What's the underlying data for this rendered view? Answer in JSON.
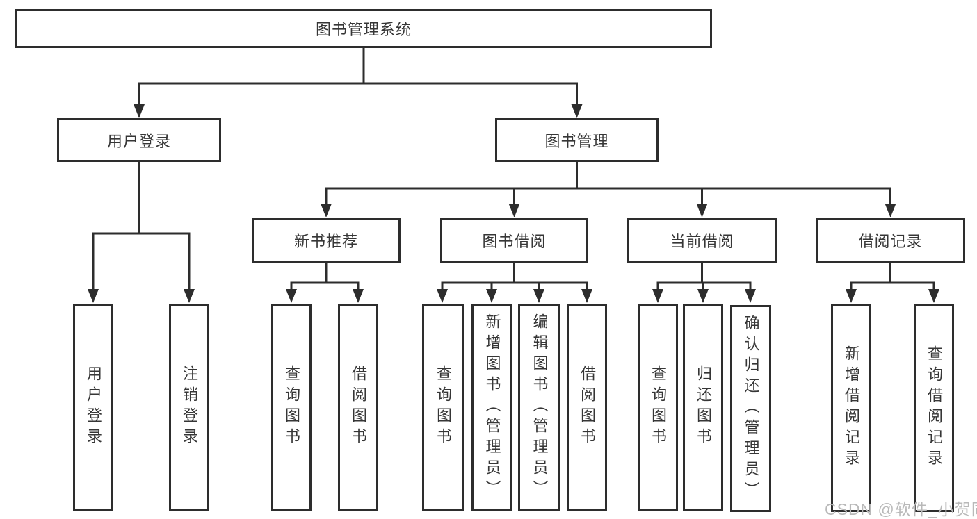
{
  "title": "图书管理系统",
  "colors": {
    "line": "#2d2d2d",
    "text": "#363636",
    "background": "#ffffff",
    "watermark_color": "#b9b9b9"
  },
  "tree": {
    "root": "图书管理系统",
    "branches": [
      {
        "label": "用户登录",
        "children": [
          "用户登录",
          "注销登录"
        ]
      },
      {
        "label": "图书管理",
        "sections": [
          {
            "label": "新书推荐",
            "children": [
              "查询图书",
              "借阅图书"
            ]
          },
          {
            "label": "图书借阅",
            "children": [
              "查询图书",
              "新增图书（管理员）",
              "编辑图书（管理员）",
              "借阅图书"
            ]
          },
          {
            "label": "当前借阅",
            "children": [
              "查询图书",
              "归还图书",
              "确认归还（管理员）"
            ]
          },
          {
            "label": "借阅记录",
            "children": [
              "新增借阅记录",
              "查询借阅记录"
            ]
          }
        ]
      }
    ]
  },
  "watermark": {
    "text": "CSDN @软件_小贺同学"
  }
}
